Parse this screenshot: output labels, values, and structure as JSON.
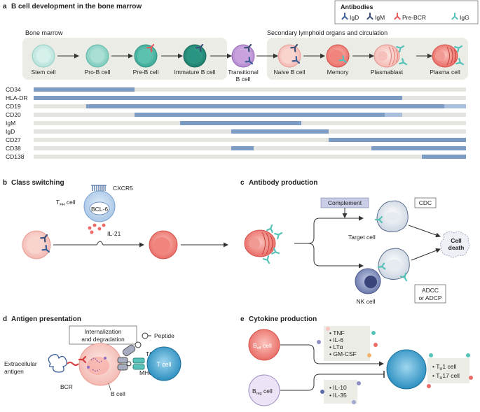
{
  "colors": {
    "bar": "#7d9cc4",
    "bar_light": "#a9bfdc",
    "track": "#e4e4e0",
    "panel_bg": "#ecece6",
    "igd": "#3a5f99",
    "igm": "#3a4f78",
    "prebcr": "#e8585a",
    "igg": "#56c2b8"
  },
  "panel_a": {
    "letter": "a",
    "title": "B cell development in the bone marrow",
    "region_left": "Bone marrow",
    "region_right": "Secondary lymphoid organs and circulation",
    "cells": [
      "Stem cell",
      "Pro-B cell",
      "Pre-B cell",
      "Immature B cell",
      "Transitional",
      "B cell",
      "Naive B cell",
      "Memory",
      "Plasmablast",
      "Plasma cell"
    ],
    "markers": [
      "CD34",
      "HLA-DR",
      "CD19",
      "CD20",
      "IgM",
      "IgD",
      "CD27",
      "CD38",
      "CD138"
    ]
  },
  "legend": {
    "title": "Antibodies",
    "items": [
      "IgD",
      "IgM",
      "Pre-BCR",
      "IgG"
    ]
  },
  "panel_b": {
    "letter": "b",
    "title": "Class switching",
    "tfh": "T",
    "tfh_sub": "FH",
    "tfh_suffix": " cell",
    "bcl6": "BCL-6",
    "cxcr5": "CXCR5",
    "il21": "IL-21"
  },
  "panel_c": {
    "letter": "c",
    "title": "Antibody production",
    "complement": "Complement",
    "cdc": "CDC",
    "target": "Target cell",
    "death1": "Cell",
    "death2": "death",
    "nk": "NK cell",
    "adcc1": "ADCC",
    "adcc2": "or ADCP"
  },
  "panel_d": {
    "letter": "d",
    "title": "Antigen presentation",
    "internal1": "Internalization",
    "internal2": "and degradation",
    "peptide": "Peptide",
    "extra1": "Extracellular",
    "extra2": "antigen",
    "tcr": "TCR",
    "bcr": "BCR",
    "mhc": "MHC",
    "bcell": "B cell",
    "tcell": "T cell"
  },
  "panel_e": {
    "letter": "e",
    "title": "Cytokine production",
    "beff_b": "B",
    "beff_sub": "eff",
    "beff_suffix": " cell",
    "breg_b": "B",
    "breg_sub": "reg",
    "breg_suffix": " cell",
    "cyt_up": [
      "TNF",
      "IL-6",
      "LTα",
      "GM-CSF"
    ],
    "cyt_down": [
      "IL-10",
      "IL-35"
    ],
    "th1_t": "T",
    "th1_sub": "H",
    "th1_suffix": "1 cell",
    "th17_t": "T",
    "th17_sub": "H",
    "th17_suffix": "17 cell"
  }
}
